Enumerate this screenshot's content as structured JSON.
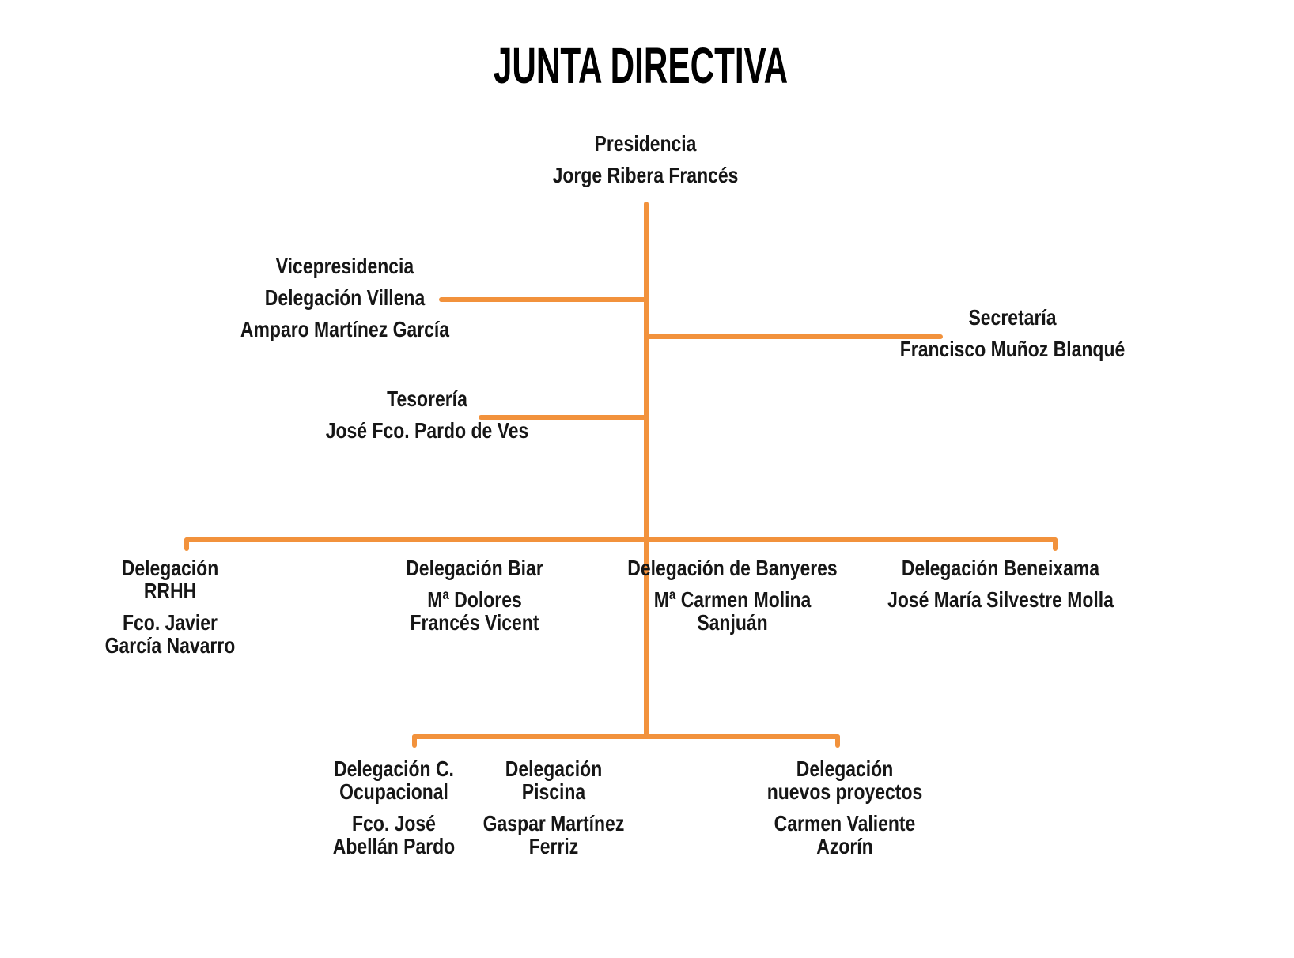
{
  "title": "JUNTA DIRECTIVA",
  "accent_color": "#F2923C",
  "text_color": "#161616",
  "background_color": "#FFFFFF",
  "org": {
    "presidencia": {
      "role": "Presidencia",
      "name": "Jorge Ribera Francés"
    },
    "vicepresidencia": {
      "role": "Vicepresidencia",
      "delegation": "Delegación Villena",
      "name": "Amparo Martínez García"
    },
    "secretaria": {
      "role": "Secretaría",
      "name": "Francisco Muñoz Blanqué"
    },
    "tesoreria": {
      "role": "Tesorería",
      "name": "José Fco. Pardo de Ves"
    },
    "rrhh": {
      "role_lines": [
        "Delegación",
        "RRHH"
      ],
      "name_lines": [
        "Fco. Javier",
        "García Navarro"
      ]
    },
    "biar": {
      "role_lines": [
        "Delegación Biar"
      ],
      "name_lines": [
        "Mª Dolores",
        "Francés Vicent"
      ]
    },
    "banyeres": {
      "role_lines": [
        "Delegación de Banyeres"
      ],
      "name_lines": [
        "Mª Carmen Molina",
        "Sanjuán"
      ]
    },
    "beneixama": {
      "role_lines": [
        "Delegación Beneixama"
      ],
      "name_lines": [
        "José María Silvestre Molla"
      ]
    },
    "ocupacional": {
      "role_lines": [
        "Delegación C.",
        "Ocupacional"
      ],
      "name_lines": [
        "Fco. José",
        "Abellán Pardo"
      ]
    },
    "piscina": {
      "role_lines": [
        "Delegación",
        "Piscina"
      ],
      "name_lines": [
        "Gaspar Martínez",
        "Ferriz"
      ]
    },
    "proyectos": {
      "role_lines": [
        "Delegación",
        "nuevos proyectos"
      ],
      "name_lines": [
        "Carmen Valiente",
        "Azorín"
      ]
    }
  }
}
